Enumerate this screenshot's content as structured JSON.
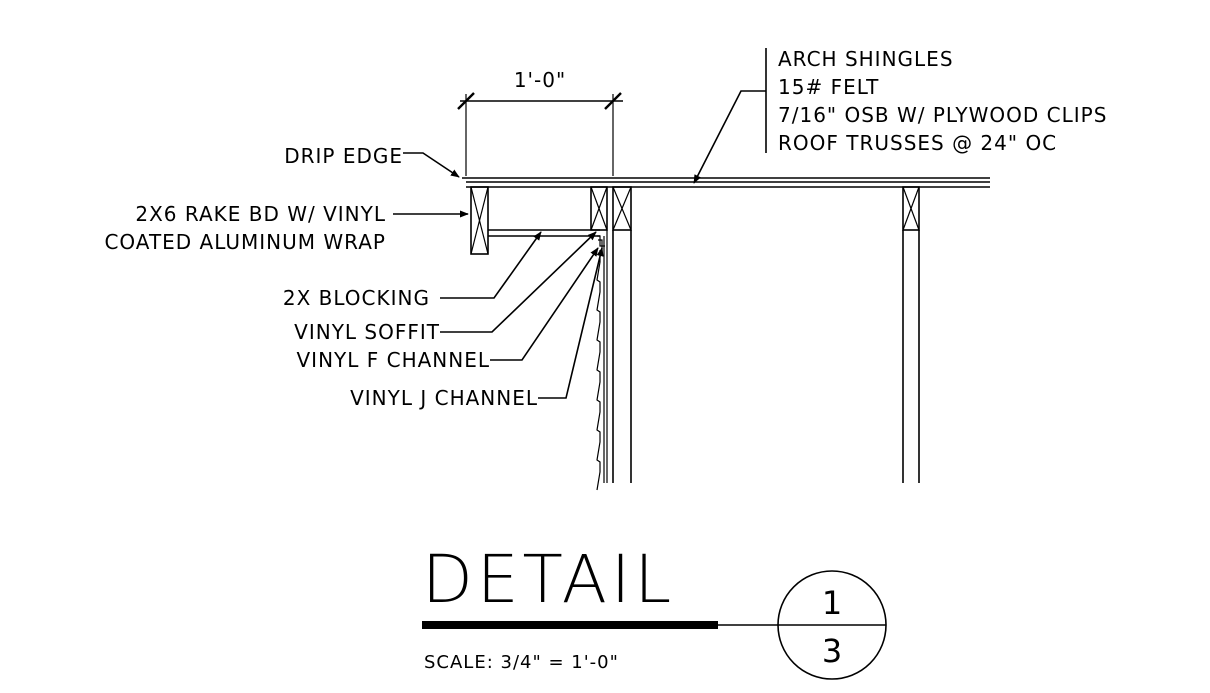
{
  "dimension": "1'-0\"",
  "spec_notes": [
    "ARCH SHINGLES",
    "15# FELT",
    "7/16\" OSB W/ PLYWOOD CLIPS",
    "ROOF TRUSSES @ 24\" OC"
  ],
  "labels": {
    "drip_edge": "DRIP EDGE",
    "rake_bd_1": "2X6 RAKE BD W/ VINYL",
    "rake_bd_2": "COATED ALUMINUM WRAP",
    "blocking": "2X BLOCKING",
    "soffit": "VINYL SOFFIT",
    "f_channel": "VINYL F CHANNEL",
    "j_channel": "VINYL J CHANNEL"
  },
  "title_block": {
    "title": "DETAIL",
    "scale": "SCALE: 3/4\" = 1'-0\"",
    "detail_number": "1",
    "sheet_number": "3"
  }
}
